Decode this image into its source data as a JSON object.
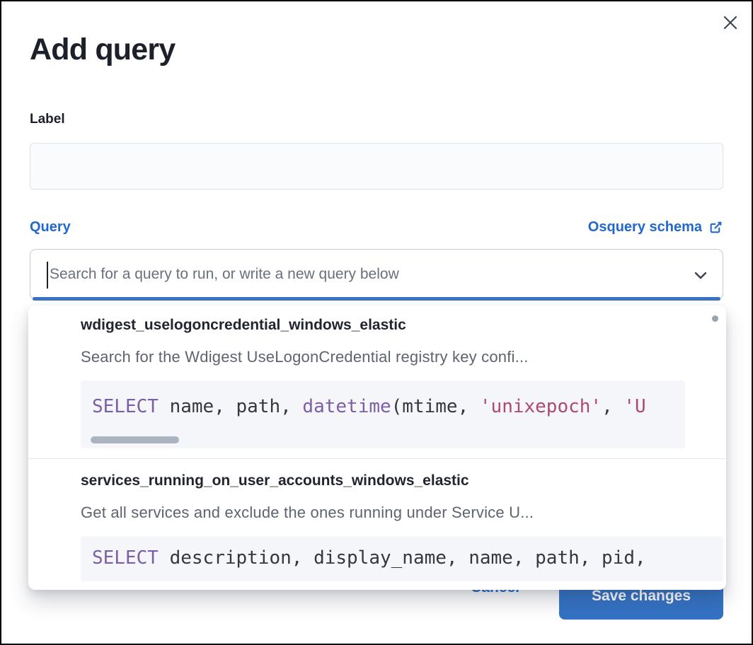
{
  "colors": {
    "primary": "#2268cd",
    "primary-btn": "#3472c3",
    "focus-bar": "#3b73c4",
    "title-text": "#1b202b",
    "muted-text": "#5d6470",
    "placeholder": "#69707d",
    "input-bg": "#fafbfd",
    "input-border": "#dde3ee",
    "combobox-border": "#c4ccd8",
    "code-bg": "#f4f6f9",
    "code-plain": "#343741",
    "code-keyword": "#7c5ea6",
    "code-string": "#ad4a6d",
    "divider": "#e2e6ed"
  },
  "icons": {
    "close": "x",
    "dropdown-chevron": "v",
    "external-link": "popout-arrow"
  },
  "modal": {
    "title": "Add query"
  },
  "form": {
    "label_field": {
      "label": "Label",
      "value": ""
    },
    "query_field": {
      "label": "Query",
      "schema_link_label": "Osquery schema",
      "placeholder": "Search for a query to run, or write a new query below",
      "value": ""
    }
  },
  "dropdown": {
    "options": [
      {
        "title": "wdigest_uselogoncredential_windows_elastic",
        "description": "Search for the Wdigest UseLogonCredential registry key confi...",
        "code": [
          {
            "t": "k",
            "v": "SELECT"
          },
          {
            "t": "p",
            "v": " name, path, "
          },
          {
            "t": "k",
            "v": "datetime"
          },
          {
            "t": "p",
            "v": "(mtime, "
          },
          {
            "t": "s",
            "v": "'unixepoch'"
          },
          {
            "t": "p",
            "v": ", "
          },
          {
            "t": "s",
            "v": "'U"
          }
        ]
      },
      {
        "title": "services_running_on_user_accounts_windows_elastic",
        "description": "Get all services and exclude the ones running under Service U...",
        "code": [
          {
            "t": "k",
            "v": "SELECT"
          },
          {
            "t": "p",
            "v": " description, display_name, name, path, pid,"
          }
        ]
      }
    ]
  },
  "footer": {
    "cancel_label": "Cancel",
    "save_label": "Save changes"
  }
}
